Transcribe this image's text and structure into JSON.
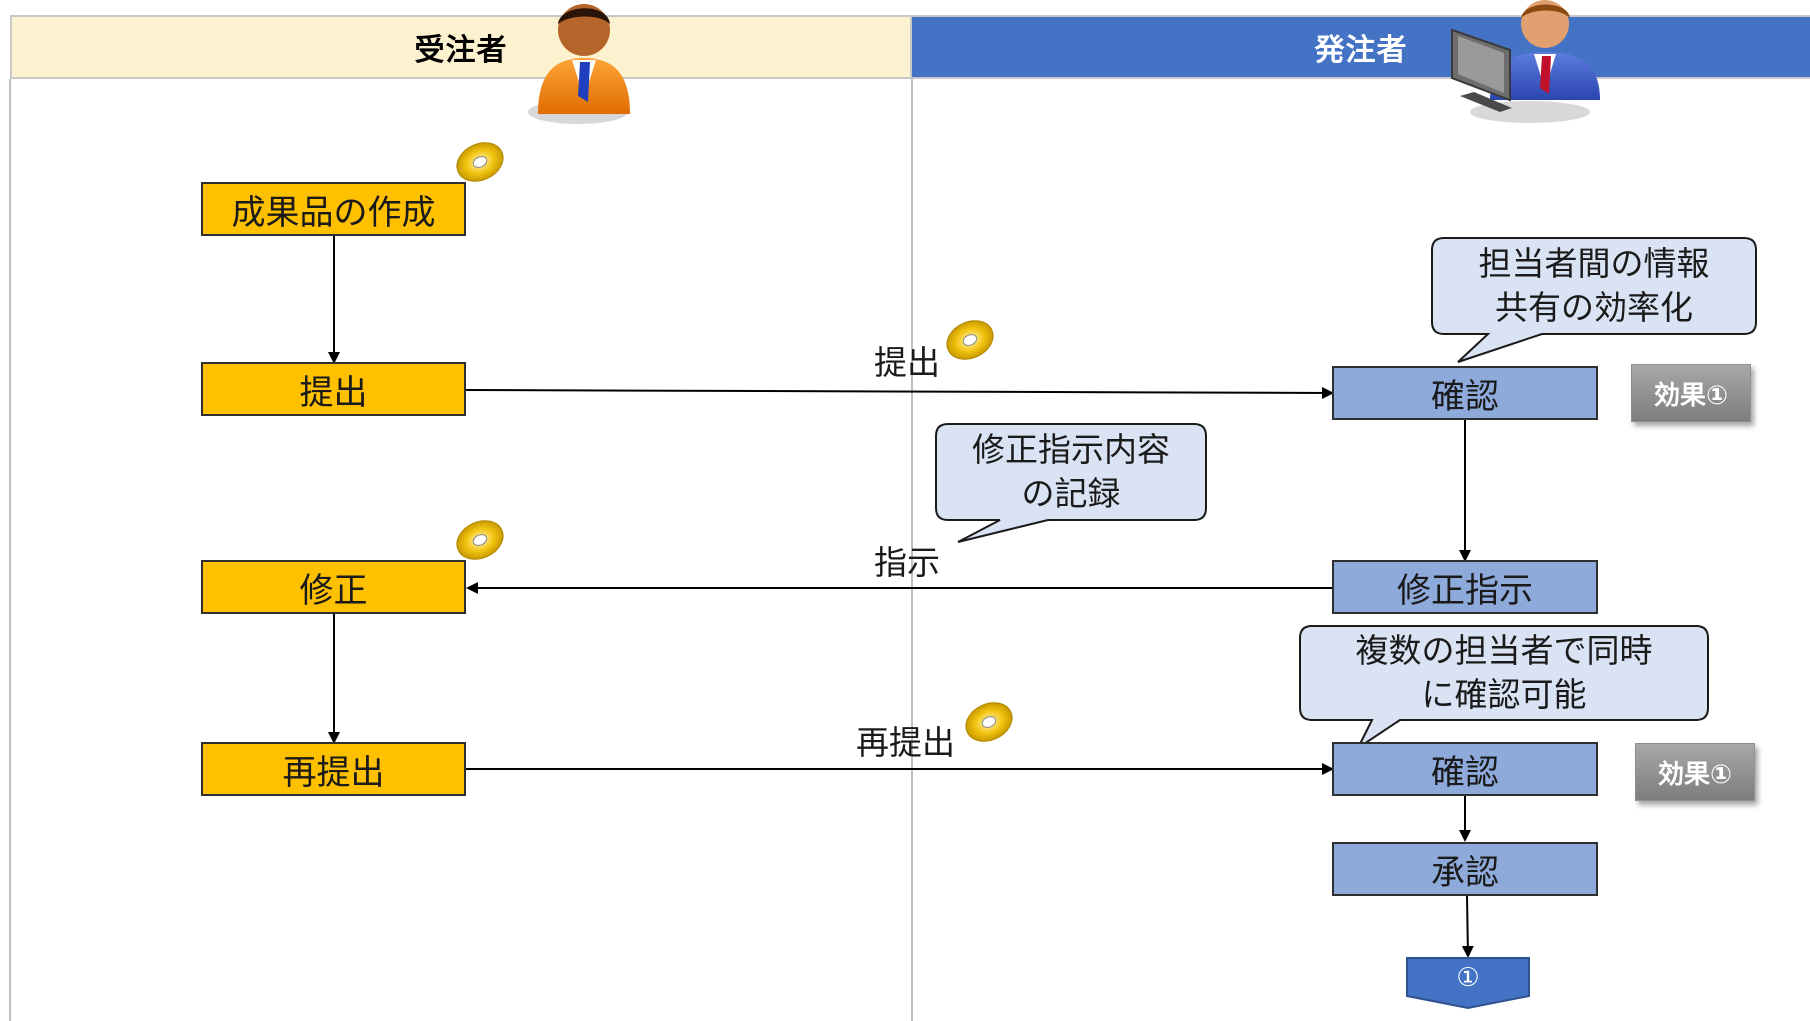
{
  "lanes": {
    "contractor": "受注者",
    "client": "発注者"
  },
  "nodes": {
    "create": "成果品の作成",
    "submit": "提出",
    "confirm1": "確認",
    "fix_instruct": "修正指示",
    "fix": "修正",
    "resubmit": "再提出",
    "confirm2": "確認",
    "approve": "承認",
    "connector": "①"
  },
  "edge_labels": {
    "submit": "提出",
    "instruct": "指示",
    "resubmit": "再提出"
  },
  "callouts": {
    "share": [
      "担当者間の情報",
      "共有の効率化"
    ],
    "record": [
      "修正指示内容",
      "の記録"
    ],
    "multi": [
      "複数の担当者で同時",
      "に確認可能"
    ]
  },
  "effects": {
    "effect1": "効果①",
    "effect2": "効果①"
  },
  "colors": {
    "contractor_box": "#ffc000",
    "client_box": "#8eaadb",
    "client_header": "#4472c4",
    "contractor_header": "#fdf2d0",
    "callout_fill": "#dae3f3"
  }
}
